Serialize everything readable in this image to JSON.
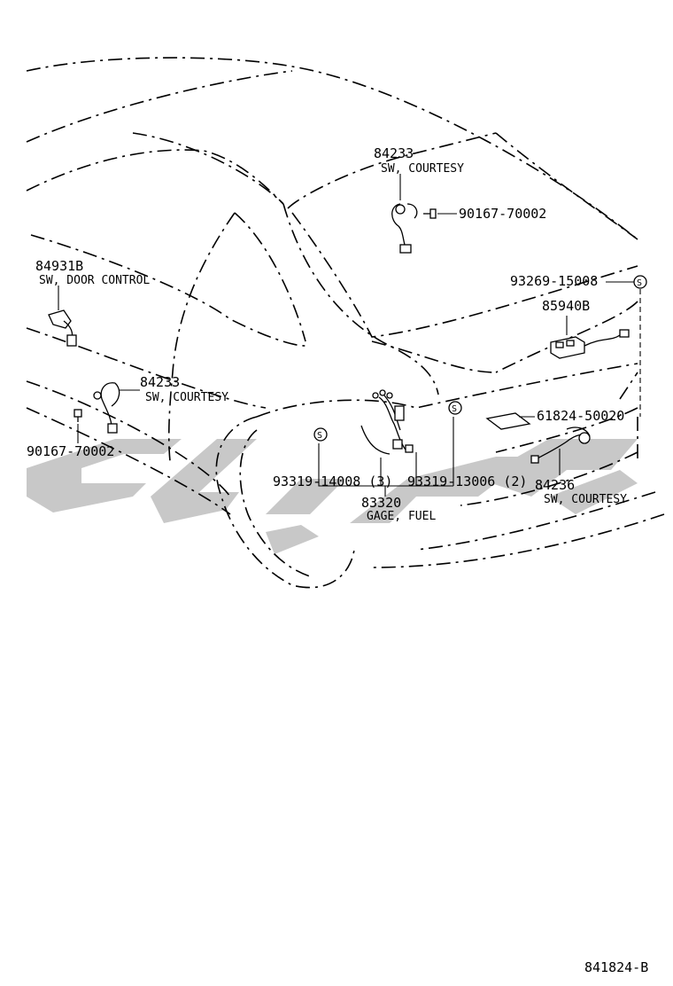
{
  "callouts": {
    "courtesy_trunk_num": "84233",
    "courtesy_trunk_desc": "SW, COURTESY",
    "screw_trunk": "90167-70002",
    "door_control_num": "84931B",
    "door_control_desc": "SW, DOOR CONTROL",
    "courtesy_left_num": "84233",
    "courtesy_left_desc": "SW, COURTESY",
    "screw_left": "90167-70002",
    "screw_93269": "93269-15008",
    "part_85940B": "85940B",
    "part_61824": "61824-50020",
    "clip_14008": "93319-14008 (3)",
    "clip_13006": "93319-13006 (2)",
    "gage_num": "83320",
    "gage_desc": "GAGE, FUEL",
    "courtesy_right_num": "84236",
    "courtesy_right_desc": "SW, COURTESY"
  },
  "symbols": {
    "clip_marker": "S"
  },
  "footer": {
    "drawing_code": "841824-B"
  },
  "icons": [
    "courtesy-switch-icon",
    "door-control-switch-icon",
    "screw-icon",
    "clip-marker-icon",
    "connector-icon",
    "fuel-gage-harness-icon",
    "label-plate-icon"
  ],
  "colors": {
    "line": "#000000",
    "watermark": "#c8c8c8",
    "background": "#ffffff"
  }
}
